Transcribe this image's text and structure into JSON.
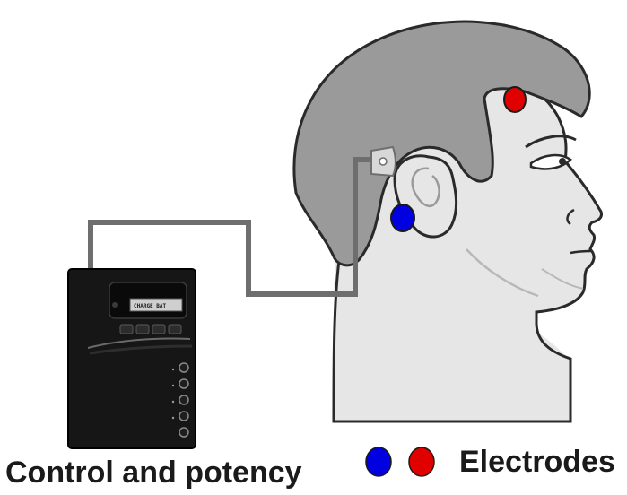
{
  "device": {
    "display_text": "CHARGE BAT"
  },
  "labels": {
    "control": "Control and potency",
    "electrodes": "Electrodes"
  },
  "legend": {
    "items": [
      {
        "color": "#0000e0"
      },
      {
        "color": "#e00000"
      }
    ]
  },
  "electrodes": {
    "ear": {
      "color": "#0000e0"
    },
    "temple": {
      "color": "#e00000"
    }
  },
  "colors": {
    "hair": "#9a9a9a",
    "skin": "#e6e6e6",
    "outline": "#2a2a2a",
    "cable": "#6e6e6e",
    "device_body": "#161616"
  }
}
